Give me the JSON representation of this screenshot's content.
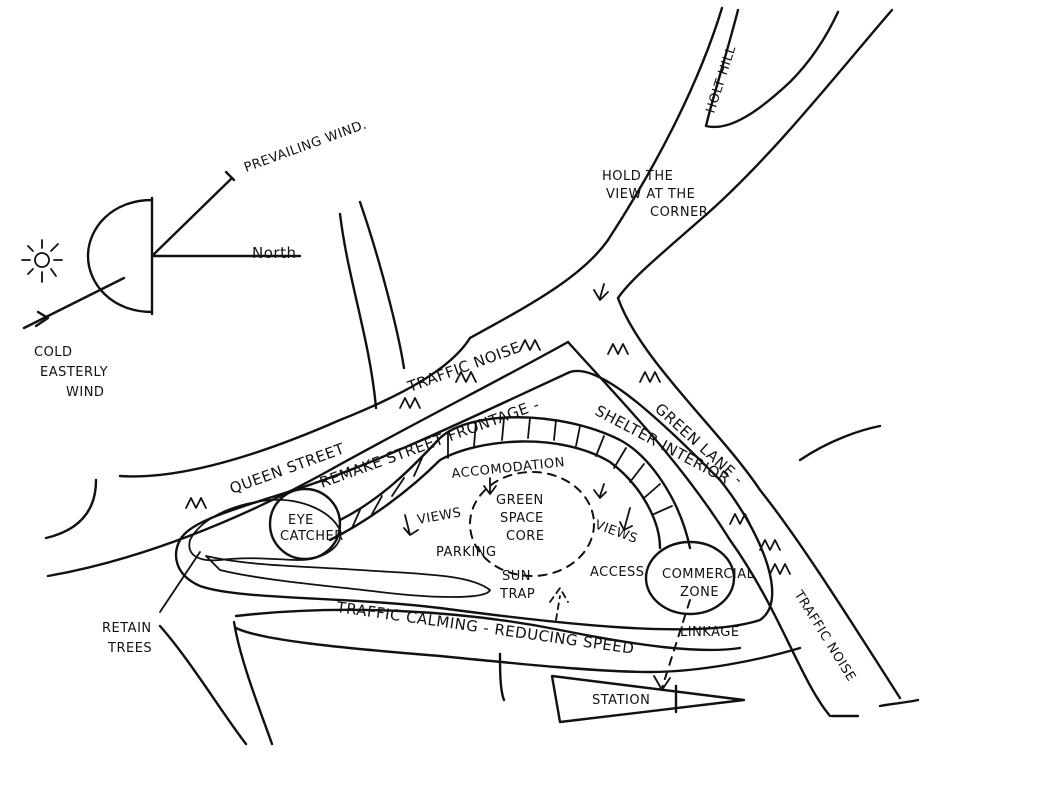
{
  "labels": {
    "prevailing_wind": "PREVAILING WIND.",
    "north": "North",
    "cold_easterly_wind_1": "COLD",
    "cold_easterly_wind_2": "EASTERLY",
    "cold_easterly_wind_3": "WIND",
    "holt_hill": "HOLT HILL",
    "hold_view_1": "HOLD THE",
    "hold_view_2": "VIEW AT THE",
    "hold_view_3": "CORNER",
    "traffic_noise_top": "TRAFFIC NOISE",
    "queen_street": "QUEEN STREET",
    "remake_frontage": "REMAKE STREET FRONTAGE -",
    "shelter_interior": "SHELTER INTERIOR",
    "green_lane": "GREEN LANE -",
    "accomodation": "ACCOMODATION",
    "eye_catcher_1": "EYE",
    "eye_catcher_2": "CATCHER",
    "views_left": "VIEWS",
    "views_right": "VIEWS",
    "green_space_1": "GREEN",
    "green_space_2": "SPACE",
    "green_space_3": "CORE",
    "parking": "PARKING",
    "sun_trap_1": "SUN",
    "sun_trap_2": "TRAP",
    "access": "ACCESS",
    "commercial_1": "COMMERCIAL",
    "commercial_2": "ZONE",
    "traffic_noise_right": "TRAFFIC NOISE",
    "retain_trees_1": "RETAIN",
    "retain_trees_2": "TREES",
    "traffic_calming": "TRAFFIC CALMING - REDUCING SPEED",
    "linkage": "LINKAGE",
    "station": "STATION"
  }
}
